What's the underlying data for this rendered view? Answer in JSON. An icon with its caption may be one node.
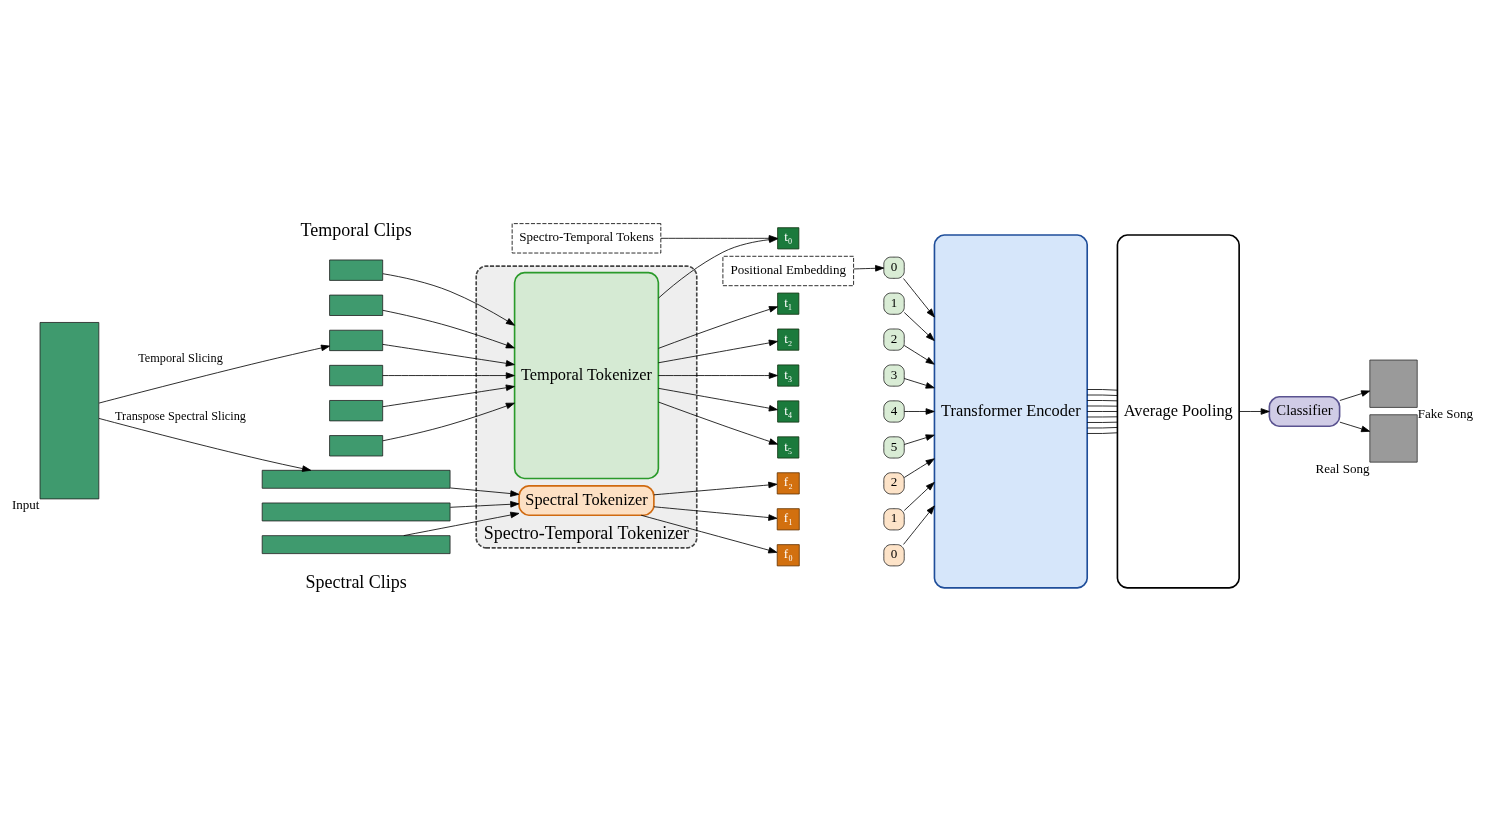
{
  "diagram": {
    "nodes": [
      {
        "text": [],
        "shape": "box",
        "beside": [
          "Input"
        ]
      },
      {
        "text": [],
        "shape": "box"
      },
      {
        "text": [],
        "shape": "box"
      },
      {
        "text": [],
        "shape": "box"
      },
      {
        "text": [],
        "shape": "box"
      },
      {
        "text": [],
        "shape": "box"
      },
      {
        "text": [],
        "shape": "box"
      },
      {
        "text": [],
        "shape": "box"
      },
      {
        "text": [],
        "shape": "box"
      },
      {
        "text": [],
        "shape": "box"
      },
      {
        "text": [
          "Spectro-Temporal Tokenizer"
        ]
      },
      {
        "text": [
          "Temporal Tokenizer"
        ],
        "in": 10
      },
      {
        "text": [
          "Spectral Tokenizer"
        ],
        "in": 10
      },
      {
        "text": [
          "t₀"
        ]
      },
      {
        "text": [
          "t₁"
        ]
      },
      {
        "text": [
          "t₂"
        ]
      },
      {
        "text": [
          "t₃"
        ]
      },
      {
        "text": [
          "t₄"
        ]
      },
      {
        "text": [
          "t₅"
        ]
      },
      {
        "text": [
          "0"
        ]
      },
      {
        "text": [
          "1"
        ]
      },
      {
        "text": [
          "2"
        ]
      },
      {
        "text": [
          "3"
        ]
      },
      {
        "text": [
          "4"
        ]
      },
      {
        "text": [
          "5"
        ]
      },
      {
        "text": [
          "f₂"
        ]
      },
      {
        "text": [
          "f₁"
        ]
      },
      {
        "text": [
          "f₀"
        ]
      },
      {
        "text": [
          "2"
        ]
      },
      {
        "text": [
          "1"
        ]
      },
      {
        "text": [
          "0"
        ]
      },
      {
        "text": [
          "Transformer Encoder"
        ]
      },
      {
        "text": [
          "Average Pooling"
        ]
      },
      {
        "text": [
          "Classifier"
        ]
      },
      {
        "text": [],
        "shape": "box",
        "beside": [
          "Fake Song"
        ]
      },
      {
        "text": [],
        "shape": "box",
        "beside": [
          "Real Song"
        ]
      },
      {
        "text": [
          "Spectro-Temporal Tokens"
        ]
      },
      {
        "text": [
          "Positional Embedding"
        ]
      }
    ],
    "edges": [
      {
        "from": 0,
        "to": 3,
        "arrow": "to",
        "label": "Temporal Slicing"
      },
      {
        "from": 0,
        "to": 7,
        "arrow": "to",
        "label": "Transpose Spectral Slicing"
      },
      {
        "from": 1,
        "to": 11,
        "arrow": "to"
      },
      {
        "from": 2,
        "to": 11,
        "arrow": "to"
      },
      {
        "from": 3,
        "to": 11,
        "arrow": "to"
      },
      {
        "from": 4,
        "to": 11,
        "arrow": "to"
      },
      {
        "from": 5,
        "to": 11,
        "arrow": "to"
      },
      {
        "from": 6,
        "to": 11,
        "arrow": "to"
      },
      {
        "from": 7,
        "to": 12,
        "arrow": "to"
      },
      {
        "from": 8,
        "to": 12,
        "arrow": "to"
      },
      {
        "from": 9,
        "to": 12,
        "arrow": "to"
      },
      {
        "from": 11,
        "to": 13,
        "arrow": "to"
      },
      {
        "from": 11,
        "to": 14,
        "arrow": "to"
      },
      {
        "from": 11,
        "to": 15,
        "arrow": "to"
      },
      {
        "from": 11,
        "to": 16,
        "arrow": "to"
      },
      {
        "from": 11,
        "to": 17,
        "arrow": "to"
      },
      {
        "from": 11,
        "to": 18,
        "arrow": "to"
      },
      {
        "from": 12,
        "to": 25,
        "arrow": "to"
      },
      {
        "from": 12,
        "to": 26,
        "arrow": "to"
      },
      {
        "from": 12,
        "to": 27,
        "arrow": "to"
      },
      {
        "from": 36,
        "to": 13,
        "arrow": "to"
      },
      {
        "from": 37,
        "to": 19,
        "arrow": "to"
      },
      {
        "from": 19,
        "to": 31,
        "arrow": "to"
      },
      {
        "from": 20,
        "to": 31,
        "arrow": "to"
      },
      {
        "from": 21,
        "to": 31,
        "arrow": "to"
      },
      {
        "from": 22,
        "to": 31,
        "arrow": "to"
      },
      {
        "from": 23,
        "to": 31,
        "arrow": "to"
      },
      {
        "from": 24,
        "to": 31,
        "arrow": "to"
      },
      {
        "from": 28,
        "to": 31,
        "arrow": "to"
      },
      {
        "from": 29,
        "to": 31,
        "arrow": "to"
      },
      {
        "from": 30,
        "to": 31,
        "arrow": "to"
      },
      {
        "from": 31,
        "to": 32,
        "arrow": "none"
      },
      {
        "from": 31,
        "to": 32,
        "arrow": "none"
      },
      {
        "from": 31,
        "to": 32,
        "arrow": "none"
      },
      {
        "from": 31,
        "to": 32,
        "arrow": "none"
      },
      {
        "from": 31,
        "to": 32,
        "arrow": "none"
      },
      {
        "from": 31,
        "to": 32,
        "arrow": "none"
      },
      {
        "from": 31,
        "to": 32,
        "arrow": "none"
      },
      {
        "from": 31,
        "to": 32,
        "arrow": "none"
      },
      {
        "from": 31,
        "to": 32,
        "arrow": "none"
      },
      {
        "from": 32,
        "to": 33,
        "arrow": "to"
      },
      {
        "from": 33,
        "to": 34,
        "arrow": "to"
      },
      {
        "from": 33,
        "to": 35,
        "arrow": "to"
      }
    ],
    "labels": [
      "Temporal Clips",
      "Spectral Clips"
    ]
  }
}
